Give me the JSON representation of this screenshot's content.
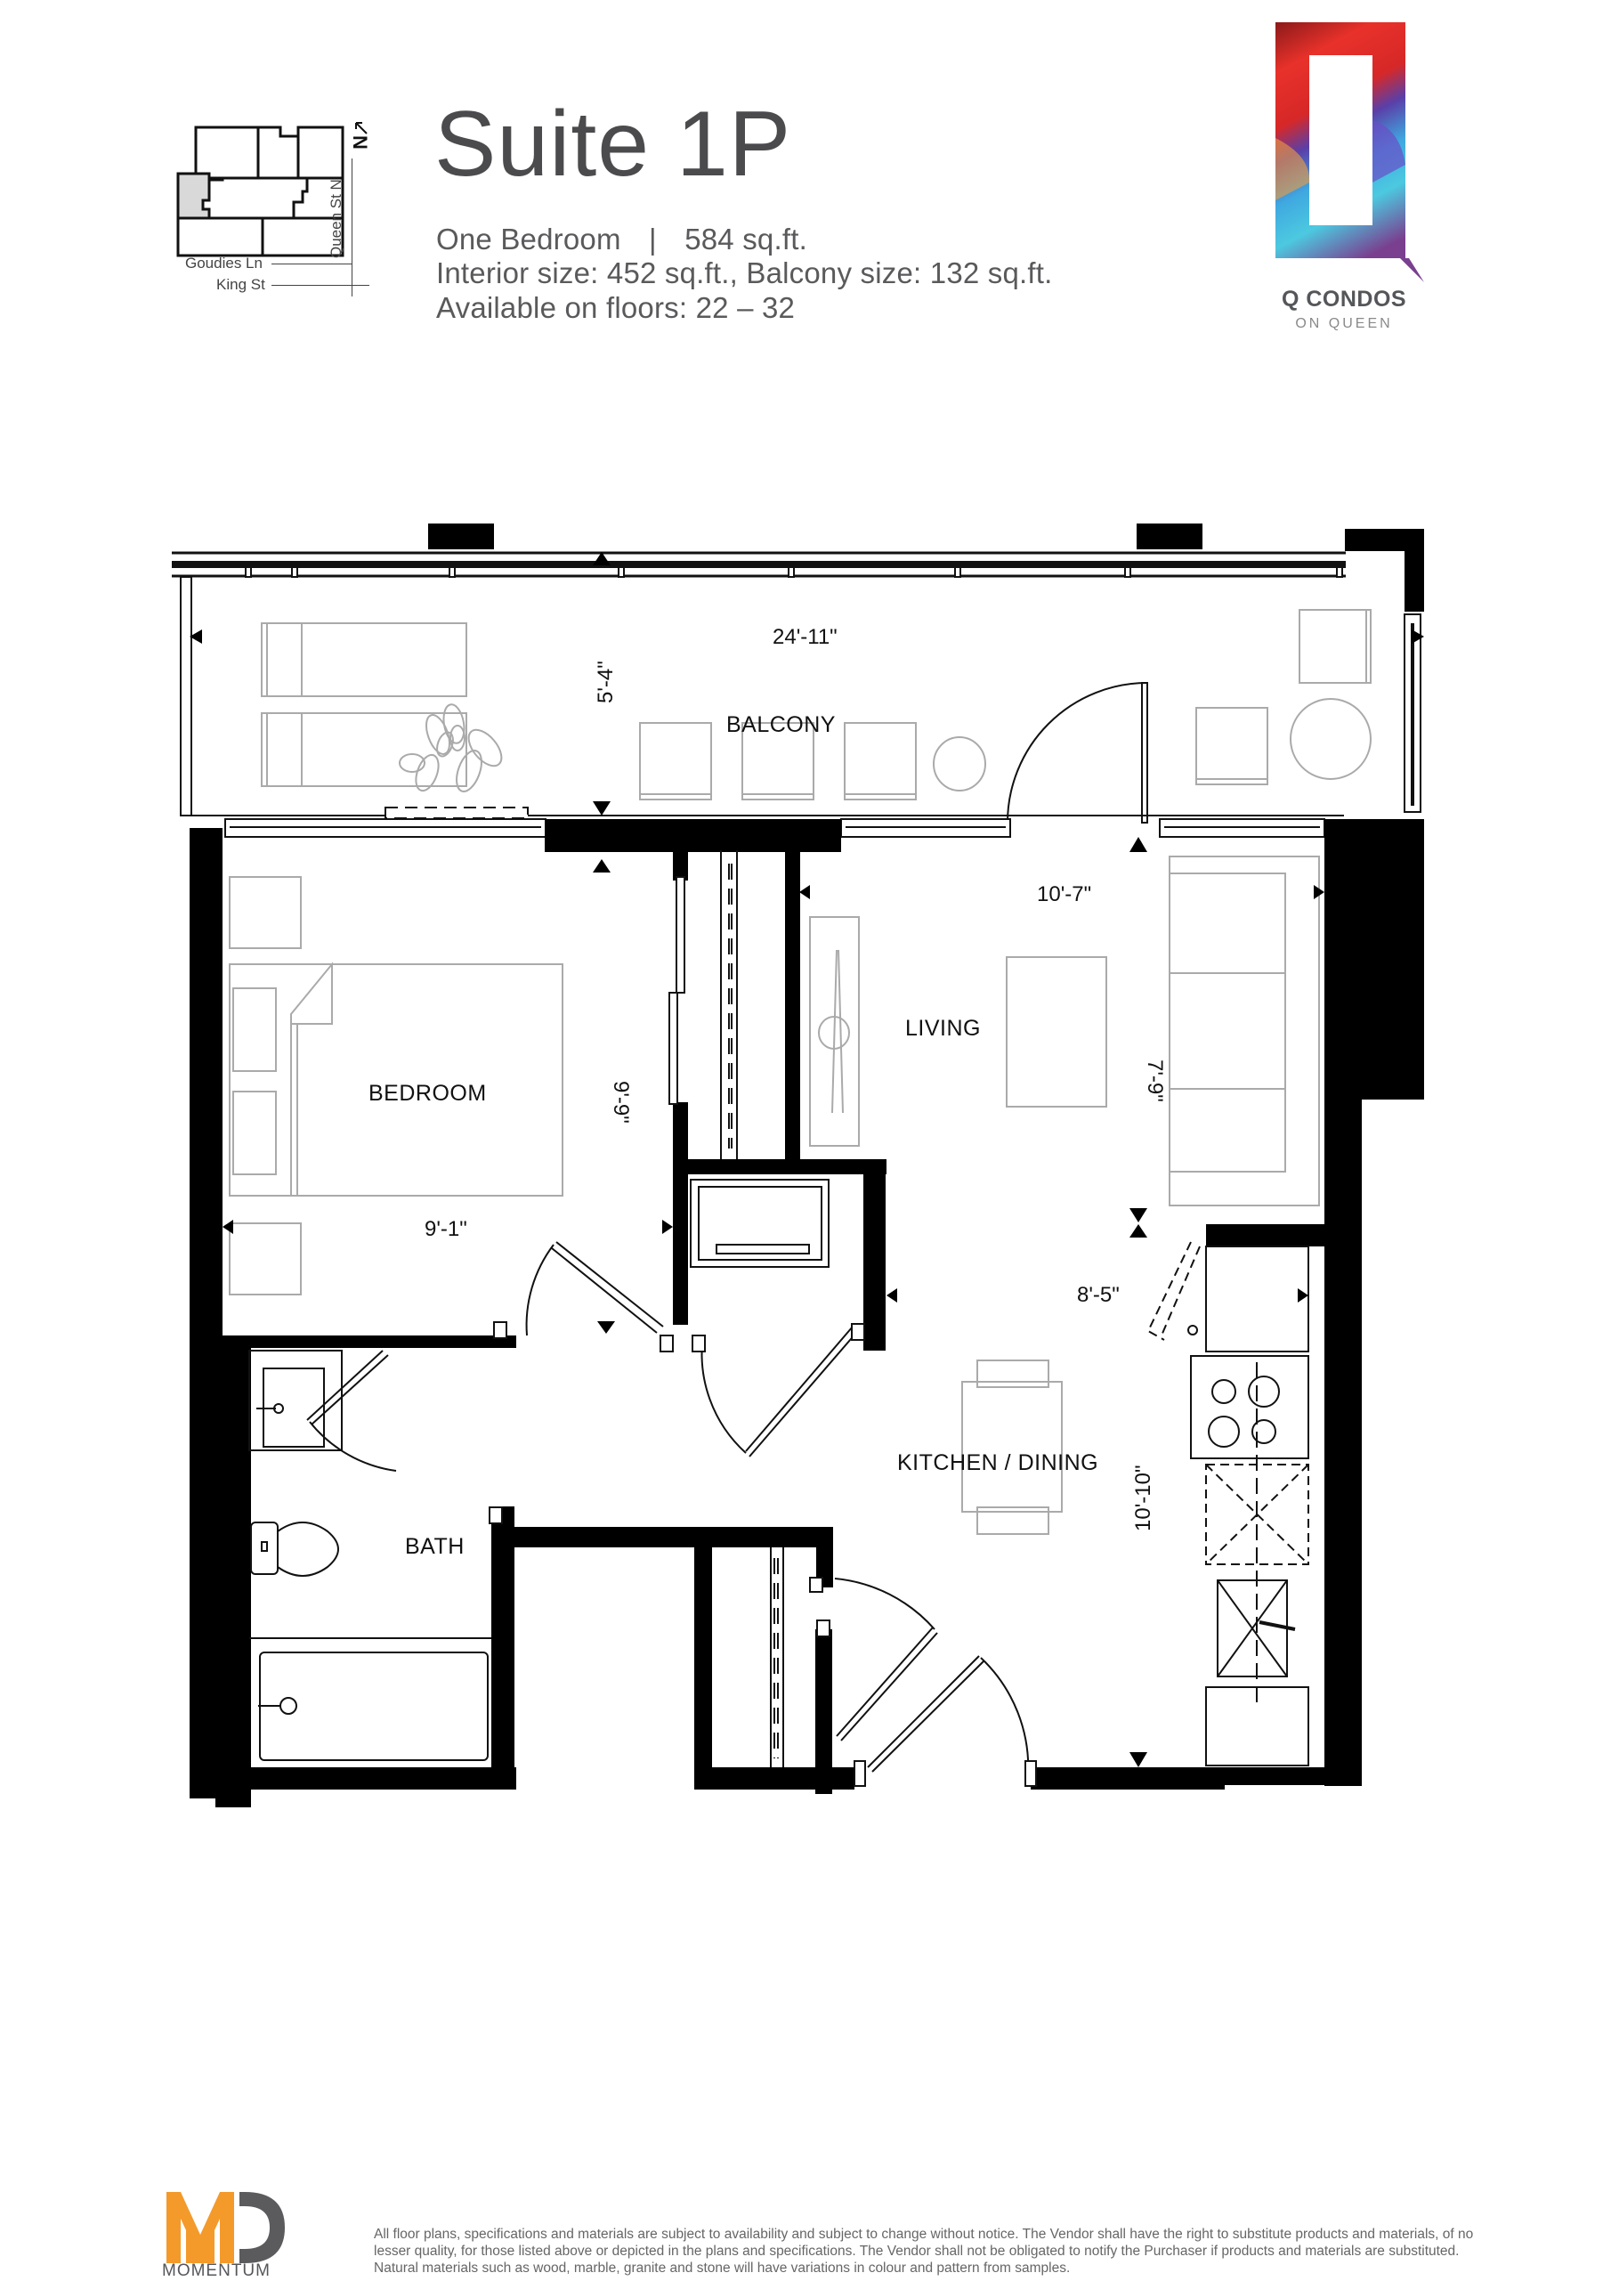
{
  "header": {
    "title": "Suite 1P",
    "unit_type": "One Bedroom",
    "separator": "|",
    "total_size": "584 sq.ft.",
    "size_detail": "Interior size: 452 sq.ft., Balcony size: 132 sq.ft.",
    "floors": "Available on floors: 22 – 32"
  },
  "keyplate": {
    "north_label": "N",
    "streets": [
      "Queen St N",
      "Goudies Ln",
      "King St"
    ],
    "highlight_color": "#d9d9d9"
  },
  "brand": {
    "name": "Q CONDOS",
    "tagline": "ON QUEEN",
    "logo_colors": [
      "#e8312a",
      "#8b1a1a",
      "#5a3fa8",
      "#3fc0e0",
      "#f0a040"
    ]
  },
  "floorplan": {
    "rooms": [
      {
        "name": "BALCONY",
        "dims": [
          "24'-11\"",
          "5'-4\""
        ]
      },
      {
        "name": "BEDROOM",
        "dims": [
          "9'-1\"",
          "9'-9\""
        ]
      },
      {
        "name": "LIVING",
        "dims": [
          "10'-7\"",
          "7'-9\""
        ]
      },
      {
        "name": "KITCHEN / DINING",
        "dims": [
          "8'-5\"",
          "10'-10\""
        ]
      },
      {
        "name": "BATH",
        "dims": []
      }
    ]
  },
  "footer": {
    "developer": "MOMENTUM",
    "developer_colors": [
      "#f39a2b",
      "#5b5b5e"
    ],
    "disclaimer": "All floor plans, specifications and materials are subject to availability and subject to change without notice.  The Vendor shall have the right to substitute products and materials, of no lesser quality, for those listed above or depicted in the plans and specifications. The Vendor shall not be obligated to notify the Purchaser if products and materials are substituted. Natural materials such as wood, marble, granite and stone will have variations in colour and pattern from samples."
  }
}
